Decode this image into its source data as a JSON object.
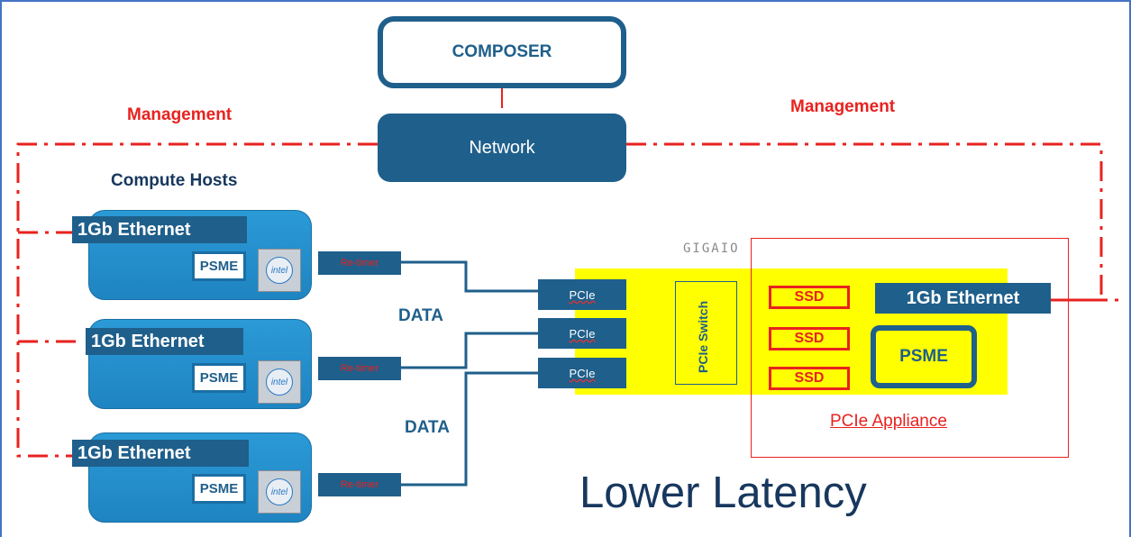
{
  "management_left": "Management",
  "management_right": "Management",
  "composer": "COMPOSER",
  "network": "Network",
  "compute_hosts": "Compute Hosts",
  "hosts": [
    {
      "ethernet": "1Gb Ethernet",
      "psme": "PSME",
      "chip": "intel",
      "retimer": "Re-timer"
    },
    {
      "ethernet": "1Gb Ethernet",
      "psme": "PSME",
      "chip": "intel",
      "retimer": "Re-timer"
    },
    {
      "ethernet": "1Gb Ethernet",
      "psme": "PSME",
      "chip": "intel",
      "retimer": "Re-timer"
    }
  ],
  "data_labels": [
    "DATA",
    "DATA"
  ],
  "gigaio_logo": "GIGAIO",
  "pcie_ports": [
    "PCIe",
    "PCIe",
    "PCIe"
  ],
  "pcie_switch": "PCIe Switch",
  "ssds": [
    "SSD",
    "SSD",
    "SSD"
  ],
  "appliance_ethernet": "1Gb Ethernet",
  "appliance_psme": "PSME",
  "appliance_label": "PCIe Appliance",
  "footer_text": "Lower Latency",
  "colors": {
    "dark_blue": "#1f5f8b",
    "red": "#e8221f",
    "yellow": "#ffff00",
    "host_blue": "#2a9ad6"
  }
}
